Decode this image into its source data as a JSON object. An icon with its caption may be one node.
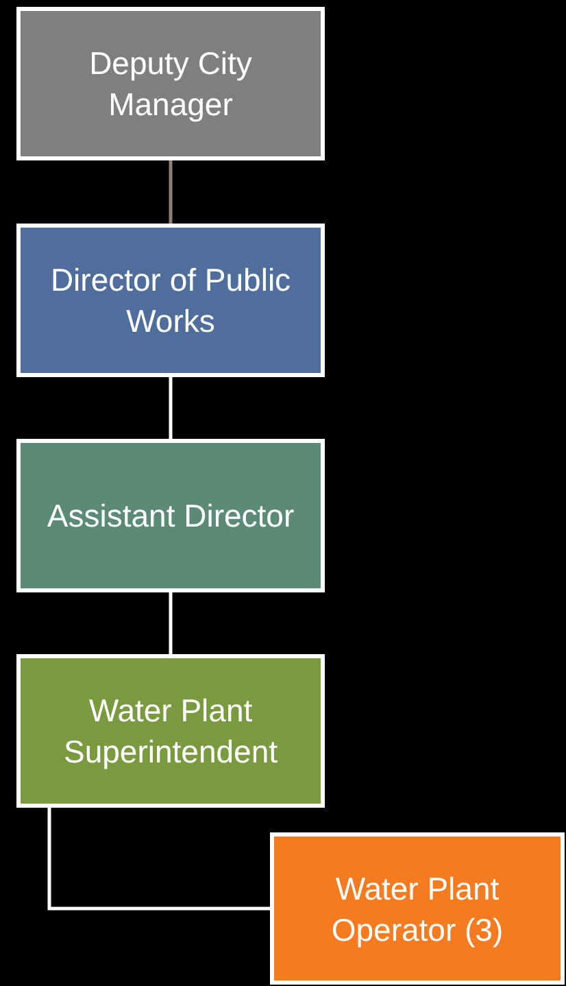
{
  "diagram": {
    "nodes": [
      {
        "text": [
          "Deputy City Manager"
        ]
      },
      {
        "text": [
          "Director of Public Works"
        ]
      },
      {
        "text": [
          "Assistant Director"
        ]
      },
      {
        "text": [
          "Water Plant Superintendent"
        ]
      },
      {
        "text": [
          "Water Plant Operator (3)"
        ]
      }
    ],
    "edges": [
      {
        "from": 0,
        "to": 1,
        "arrow": "none",
        "color": "#8c7f73"
      },
      {
        "from": 1,
        "to": 2,
        "arrow": "none"
      },
      {
        "from": 2,
        "to": 3,
        "arrow": "none"
      },
      {
        "from": 3,
        "to": 4,
        "arrow": "none"
      }
    ]
  }
}
